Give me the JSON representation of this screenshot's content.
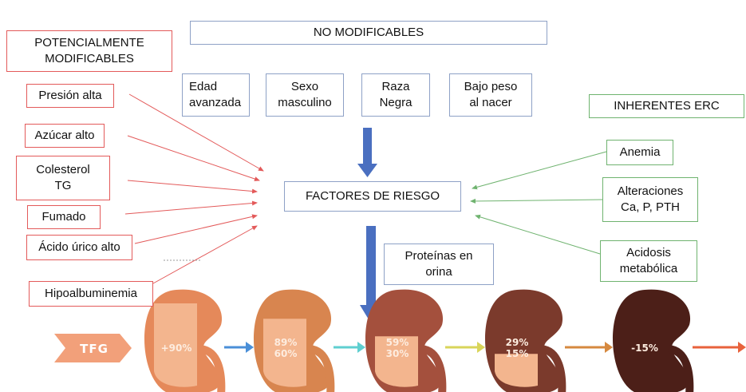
{
  "left_header": "POTENCIALMENTE\nMODIFICABLES",
  "top_header": "NO MODIFICABLES",
  "right_header": "INHERENTES ERC",
  "center": "FACTORES DE RIESGO",
  "left_factors": [
    "Presión alta",
    "Azúcar alto",
    "Colesterol\nTG",
    "Fumado",
    "Ácido úrico alto",
    "Hipoalbuminemia"
  ],
  "top_factors": [
    "Edad\navanzada",
    "Sexo\nmasculino",
    "Raza\nNegra",
    "Bajo peso\nal nacer"
  ],
  "right_factors": [
    "Anemia",
    "Alteraciones\nCa, P, PTH",
    "Acidosis\nmetabólica"
  ],
  "proteins": "Proteínas en\norina",
  "tfg_label": "TFG",
  "stages": [
    {
      "label": "+90%",
      "color": "#e5895a"
    },
    {
      "label": "89%\n60%",
      "color": "#d8854f"
    },
    {
      "label": "59%\n30%",
      "color": "#a4503d"
    },
    {
      "label": "29%\n15%",
      "color": "#7b3a2c"
    },
    {
      "label": "-15%",
      "color": "#4c1f18"
    }
  ],
  "colors": {
    "inner": "#f3b58e",
    "tfg_arrow": "#f2a07a",
    "red": "#e35a5a",
    "blue_arrow": "#4a6fc0",
    "green": "#6fb36f"
  },
  "arrow_colors": [
    "#4a8fd8",
    "#5fcfd0",
    "#d9d55a",
    "#d6893f",
    "#e8623c"
  ]
}
